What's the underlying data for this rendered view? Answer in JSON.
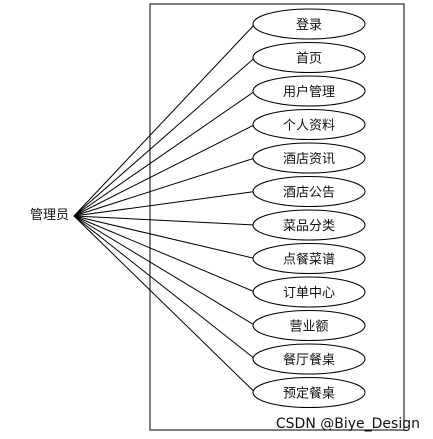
{
  "actor": {
    "label": "管理员"
  },
  "use_cases": [
    {
      "label": "登录"
    },
    {
      "label": "首页"
    },
    {
      "label": "用户管理"
    },
    {
      "label": "个人资料"
    },
    {
      "label": "酒店资讯"
    },
    {
      "label": "酒店公告"
    },
    {
      "label": "菜品分类"
    },
    {
      "label": "点餐菜谱"
    },
    {
      "label": "订单中心"
    },
    {
      "label": "营业额"
    },
    {
      "label": "餐厅餐桌"
    },
    {
      "label": "预定餐桌"
    }
  ],
  "watermark": {
    "text": "CSDN @Biye_Design"
  },
  "colors": {
    "line": "#000000",
    "ellipse_fill": "#ffffff",
    "ellipse_stroke": "#000000",
    "text": "#111111",
    "watermark": "#b8b8b8"
  }
}
